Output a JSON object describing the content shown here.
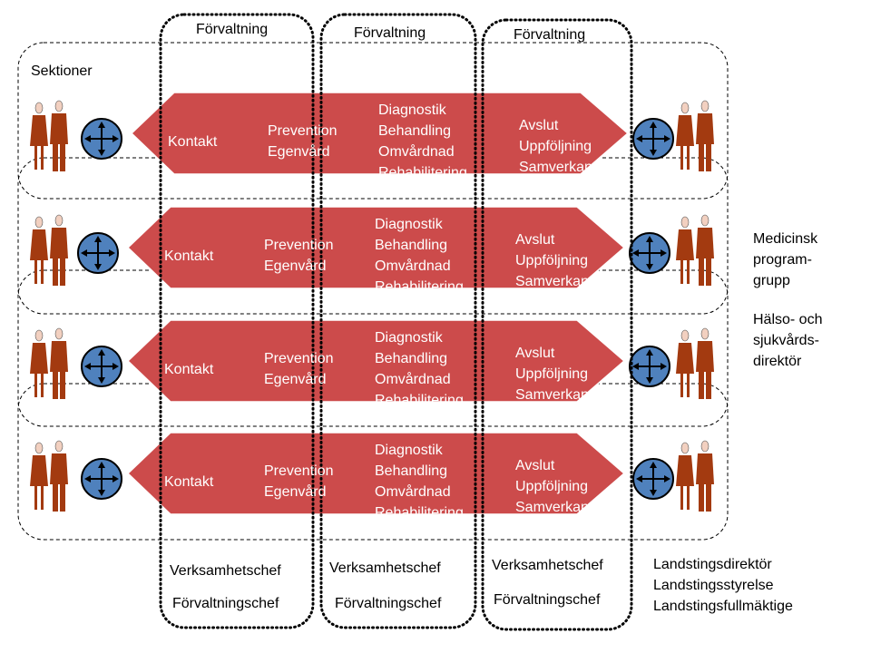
{
  "diagram": {
    "columns": [
      {
        "header": "Förvaltning",
        "role1": "Verksamhetschef",
        "role2": "Förvaltningschef"
      },
      {
        "header": "Förvaltning",
        "role1": "Verksamhetschef",
        "role2": "Förvaltningschef"
      },
      {
        "header": "Förvaltning",
        "role1": "Verksamhetschef",
        "role2": "Förvaltningschef"
      }
    ],
    "sections_label": "Sektioner",
    "rows": [
      {
        "contact": "Kontakt",
        "prevention": [
          "Prevention",
          "Egenvård"
        ],
        "care": [
          "Diagnostik",
          "Behandling",
          "Omvårdnad",
          "Rehabilitering"
        ],
        "followup": [
          "Avslut",
          "Uppföljning",
          "Samverkan"
        ]
      },
      {
        "contact": "Kontakt",
        "prevention": [
          "Prevention",
          "Egenvård"
        ],
        "care": [
          "Diagnostik",
          "Behandling",
          "Omvårdnad",
          "Rehabilitering"
        ],
        "followup": [
          "Avslut",
          "Uppföljning",
          "Samverkan"
        ]
      },
      {
        "contact": "Kontakt",
        "prevention": [
          "Prevention",
          "Egenvård"
        ],
        "care": [
          "Diagnostik",
          "Behandling",
          "Omvårdnad",
          "Rehabilitering"
        ],
        "followup": [
          "Avslut",
          "Uppföljning",
          "Samverkan"
        ]
      },
      {
        "contact": "Kontakt",
        "prevention": [
          "Prevention",
          "Egenvård"
        ],
        "care": [
          "Diagnostik",
          "Behandling",
          "Omvårdnad",
          "Rehabilitering"
        ],
        "followup": [
          "Avslut",
          "Uppföljning",
          "Samverkan"
        ]
      }
    ],
    "right_labels": {
      "program_group": [
        "Medicinsk",
        "program-",
        "grupp"
      ],
      "director": [
        "Hälso- och",
        "sjukvårds-",
        "direktör"
      ]
    },
    "county_roles": [
      "Landstingsdirektör",
      "Landstingsstyrelse",
      "Landstingsfullmäktige"
    ],
    "colors": {
      "arrow_fill": "#cc4b4b",
      "arrow_stroke": "#ffffff",
      "person_fill": "#a33a10",
      "person_face": "#f2d0c0",
      "circle_fill": "#4f81bd",
      "circle_stroke": "#000000"
    }
  }
}
